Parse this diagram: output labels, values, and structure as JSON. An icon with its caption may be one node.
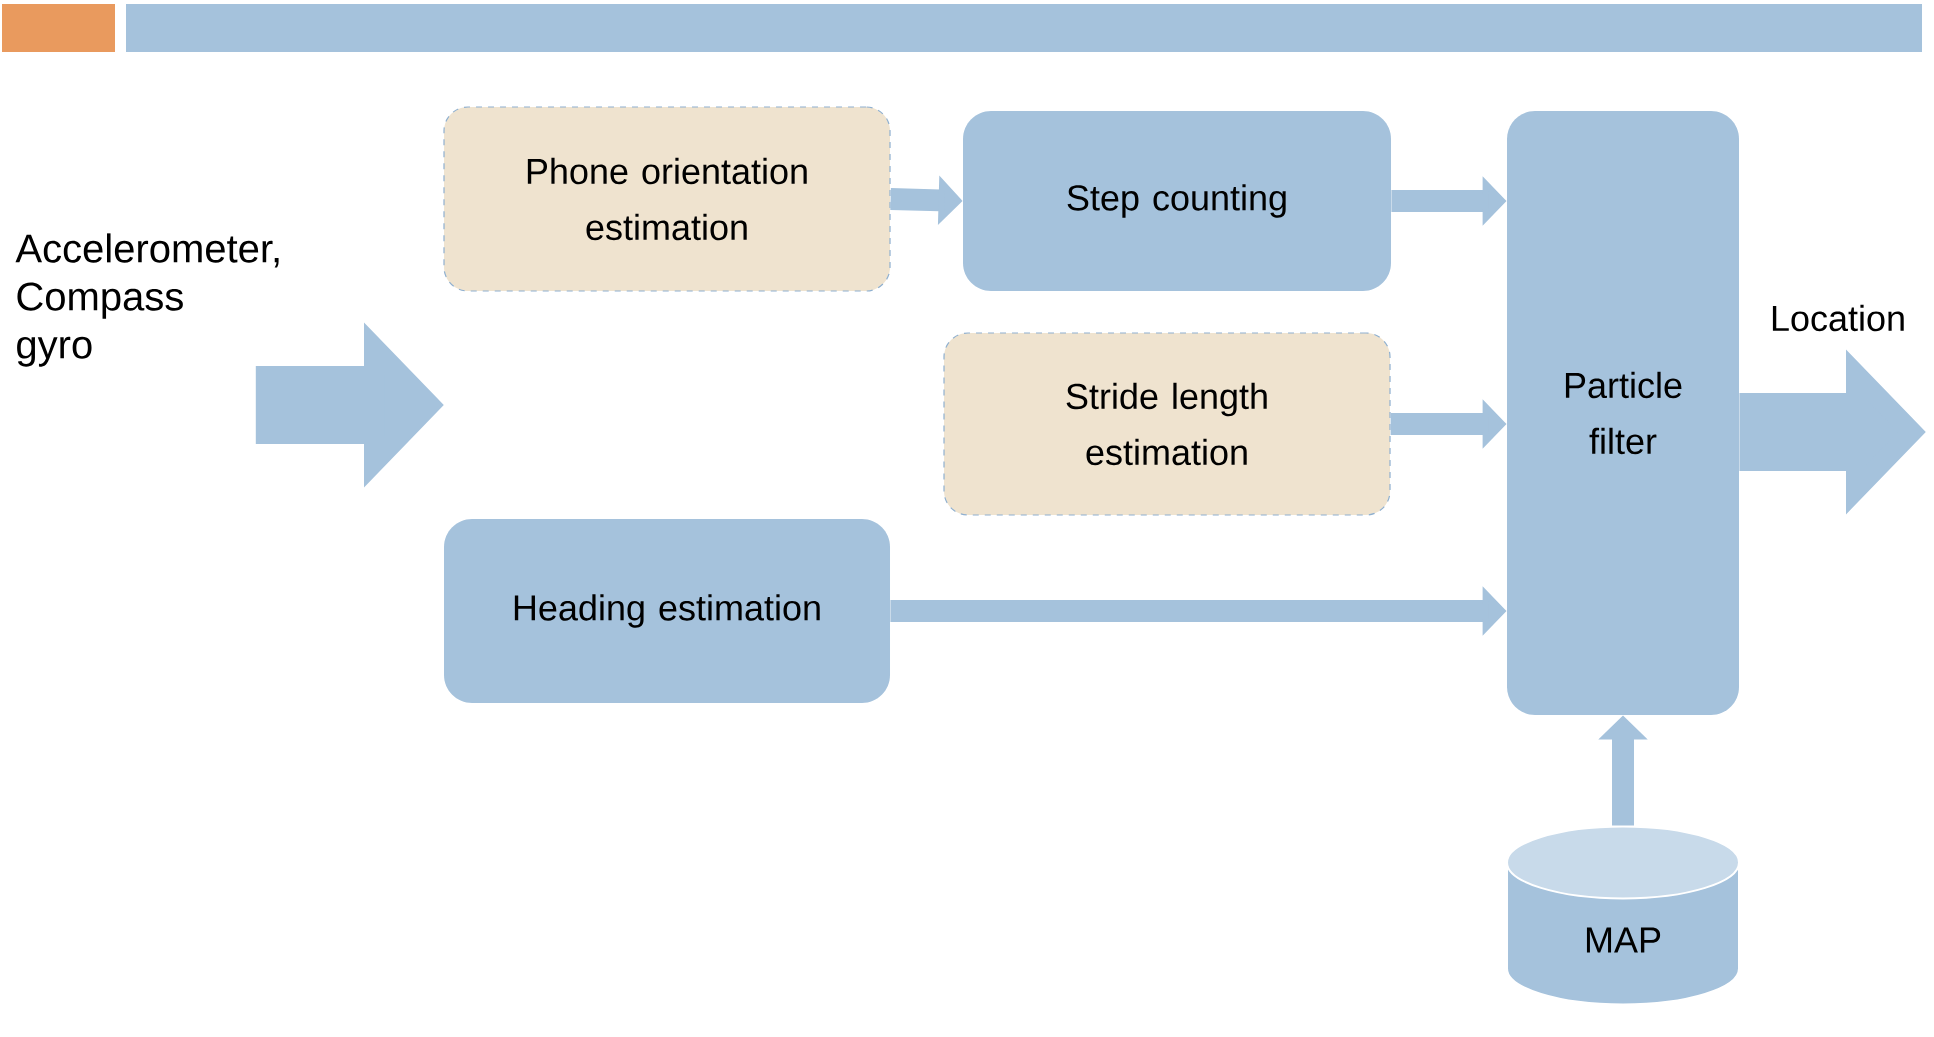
{
  "diagram": {
    "nodes": [
      {
        "text": [
          "Accelerometer, Compass gyro"
        ]
      },
      {
        "text": [
          "Phone orientation estimation"
        ]
      },
      {
        "text": [
          "Step counting"
        ]
      },
      {
        "text": [
          "Stride length estimation"
        ]
      },
      {
        "text": [
          "Heading estimation"
        ]
      },
      {
        "text": [
          "Particle filter"
        ]
      },
      {
        "text": [
          "MAP"
        ]
      }
    ],
    "edges": [
      {
        "from": 0,
        "to": null,
        "arrow": "to",
        "style": "thick"
      },
      {
        "from": 1,
        "to": 2,
        "arrow": "to"
      },
      {
        "from": 2,
        "to": 5,
        "arrow": "to"
      },
      {
        "from": 3,
        "to": 5,
        "arrow": "to"
      },
      {
        "from": 4,
        "to": 5,
        "arrow": "to"
      },
      {
        "from": 6,
        "to": 5,
        "arrow": "to"
      },
      {
        "from": 5,
        "to": null,
        "arrow": "to",
        "style": "thick",
        "label": "Location"
      }
    ]
  }
}
